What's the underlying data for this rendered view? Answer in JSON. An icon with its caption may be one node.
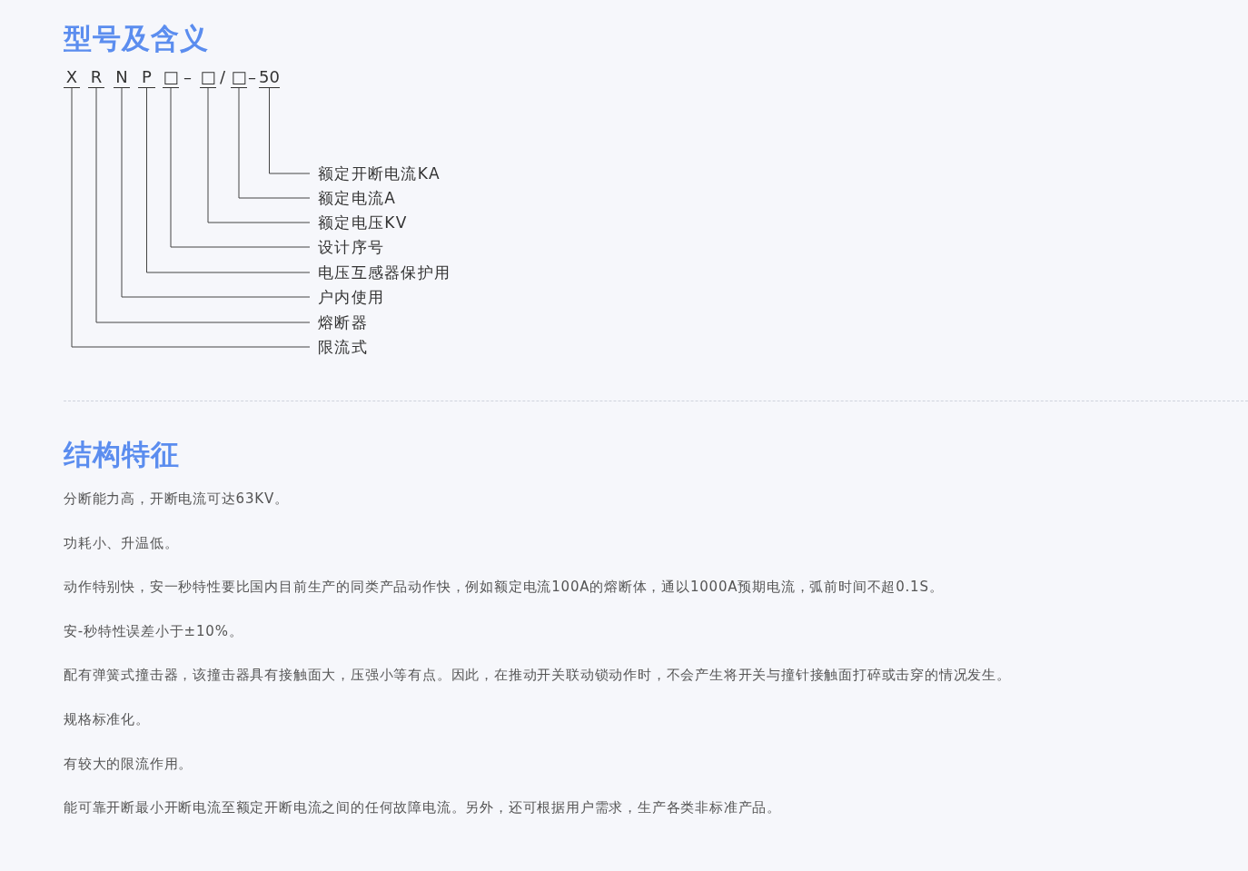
{
  "diagram": {
    "title": "型号及含义",
    "nodes": [
      {
        "text": [
          "X"
        ]
      },
      {
        "text": [
          "R"
        ]
      },
      {
        "text": [
          "N"
        ]
      },
      {
        "text": [
          "P"
        ]
      },
      {
        "text": [
          "□"
        ]
      },
      {
        "text": [
          "□"
        ]
      },
      {
        "text": [
          "□"
        ]
      },
      {
        "text": [
          "50"
        ]
      },
      {
        "text": [
          "额定开断电流KA"
        ]
      },
      {
        "text": [
          "额定电流A"
        ]
      },
      {
        "text": [
          "额定电压KV"
        ]
      },
      {
        "text": [
          "设计序号"
        ]
      },
      {
        "text": [
          "电压互感器保护用"
        ]
      },
      {
        "text": [
          "户内使用"
        ]
      },
      {
        "text": [
          "熔断器"
        ]
      },
      {
        "text": [
          "限流式"
        ]
      }
    ],
    "edges": [
      {
        "from": 7,
        "to": 8,
        "arrow": "none"
      },
      {
        "from": 6,
        "to": 9,
        "arrow": "none"
      },
      {
        "from": 5,
        "to": 10,
        "arrow": "none"
      },
      {
        "from": 4,
        "to": 11,
        "arrow": "none"
      },
      {
        "from": 3,
        "to": 12,
        "arrow": "none"
      },
      {
        "from": 2,
        "to": 13,
        "arrow": "none"
      },
      {
        "from": 1,
        "to": 14,
        "arrow": "none"
      },
      {
        "from": 0,
        "to": 15,
        "arrow": "none"
      }
    ],
    "labels": [
      "–",
      "/",
      "–",
      "结构特征",
      "分断能力高，开断电流可达63KV。",
      "功耗小、升温低。",
      "动作特别快，安一秒特性要比国内目前生产的同类产品动作快，例如额定电流100A的熔断体，通以1000A预期电流，弧前时间不超0.1S。",
      "安-秒特性误差小于±10%。",
      "配有弹簧式撞击器，该撞击器具有接触面大，压强小等有点。因此，在推动开关联动锁动作时，不会产生将开关与撞针接触面打碎或击穿的情况发生。",
      "规格标准化。",
      "有较大的限流作用。",
      "能可靠开断最小开断电流至额定开断电流之间的任何故障电流。另外，还可根据用户需求，生产各类非标准产品。"
    ]
  }
}
